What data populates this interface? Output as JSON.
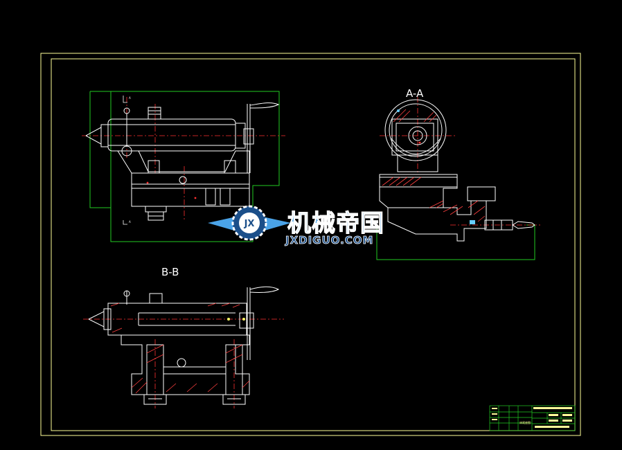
{
  "drawing": {
    "section_a_label": "A-A",
    "section_b_label": "B-B",
    "small_label_1": "A",
    "small_label_2": "A"
  },
  "watermark": {
    "chinese_text": "机械帝国",
    "url_text": "JXDIGUO.COM",
    "emblem_text": "JX"
  },
  "title_block": {
    "cell_text": "床尾座图"
  },
  "colors": {
    "background": "#000000",
    "frame": "#ffff99",
    "part": "#ffffff",
    "center_line": "#ff3030",
    "section_box": "#22cc22",
    "dim": "#66ccff",
    "hatch": "#ff4040",
    "brand_blue": "#4aa3e8"
  }
}
